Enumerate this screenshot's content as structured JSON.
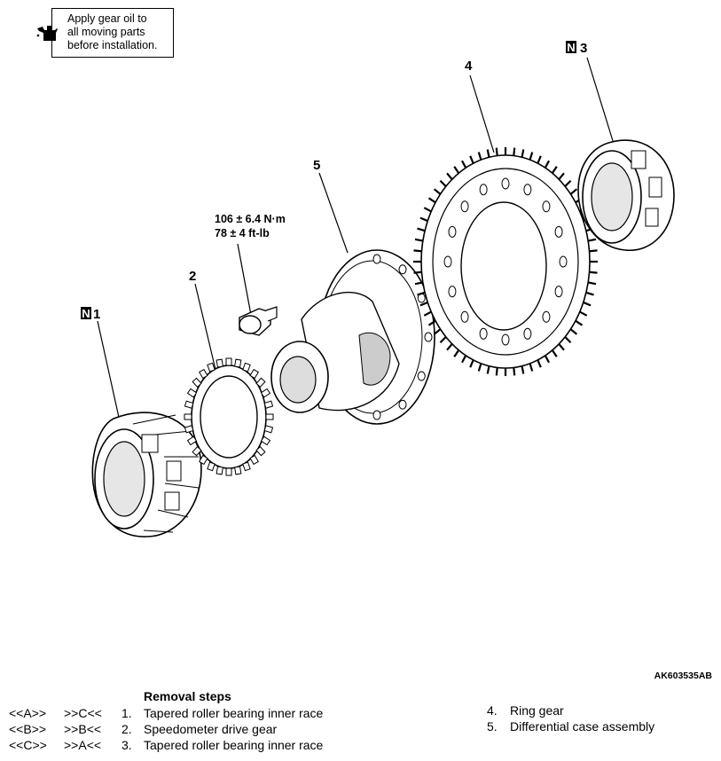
{
  "note": {
    "icon": "oil-can-icon",
    "lines": [
      "Apply gear oil to",
      "all moving parts",
      "before installation."
    ]
  },
  "callouts": {
    "part1": "1",
    "part2": "2",
    "part3": "3",
    "part4": "4",
    "part5": "5",
    "n_mark": "N"
  },
  "torque": {
    "metric": "106 ± 6.4 N·m",
    "imperial": "78 ± 4 ft-lb"
  },
  "figure_code": "AK603535AB",
  "removal": {
    "title": "Removal steps",
    "steps": [
      {
        "install": "<<A>>",
        "remove": ">>C<<",
        "num": "1.",
        "name": "Tapered roller bearing inner race"
      },
      {
        "install": "<<B>>",
        "remove": ">>B<<",
        "num": "2.",
        "name": "Speedometer drive gear"
      },
      {
        "install": "<<C>>",
        "remove": ">>A<<",
        "num": "3.",
        "name": "Tapered roller bearing inner race"
      },
      {
        "install": "",
        "remove": "",
        "num": "4.",
        "name": "Ring gear"
      },
      {
        "install": "",
        "remove": "",
        "num": "5.",
        "name": "Differential case assembly"
      }
    ]
  }
}
